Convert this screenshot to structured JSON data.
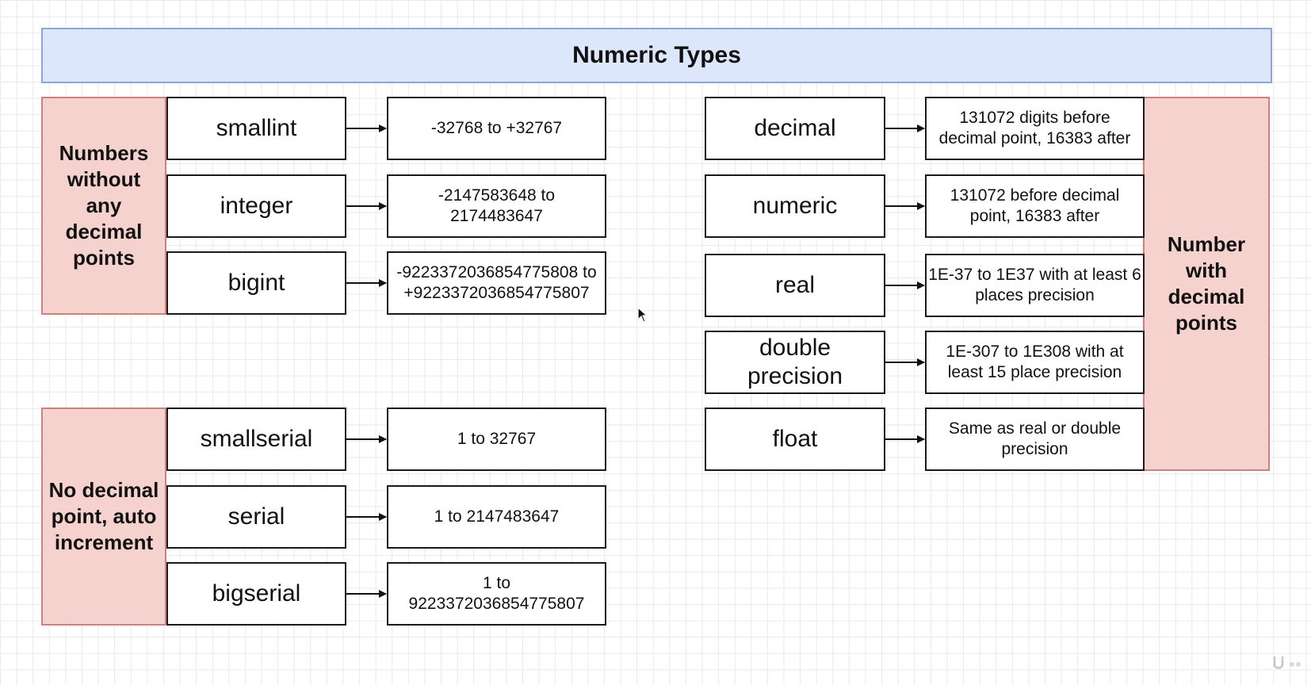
{
  "title": "Numeric Types",
  "groups": {
    "no_decimal": "Numbers without any decimal points",
    "auto_increment": "No decimal point, auto increment",
    "with_decimal": "Number with decimal points"
  },
  "integer_types": [
    {
      "name": "smallint",
      "range": "-32768 to +32767"
    },
    {
      "name": "integer",
      "range": "-2147583648 to 2174483647"
    },
    {
      "name": "bigint",
      "range": "-9223372036854775808 to +9223372036854775807"
    }
  ],
  "serial_types": [
    {
      "name": "smallserial",
      "range": "1 to 32767"
    },
    {
      "name": "serial",
      "range": "1 to 2147483647"
    },
    {
      "name": "bigserial",
      "range": "1 to 9223372036854775807"
    }
  ],
  "decimal_types": [
    {
      "name": "decimal",
      "range": "131072 digits before decimal point, 16383 after"
    },
    {
      "name": "numeric",
      "range": "131072 before decimal point, 16383 after"
    },
    {
      "name": "real",
      "range": "1E-37 to 1E37 with at least 6 places precision"
    },
    {
      "name": "double precision",
      "range": "1E-307 to 1E308 with at least 15 place precision"
    },
    {
      "name": "float",
      "range": "Same as real or double precision"
    }
  ],
  "colors": {
    "title_fill": "#dde7fb",
    "group_fill": "#f6d2cf",
    "group_border": "#c9827c"
  }
}
